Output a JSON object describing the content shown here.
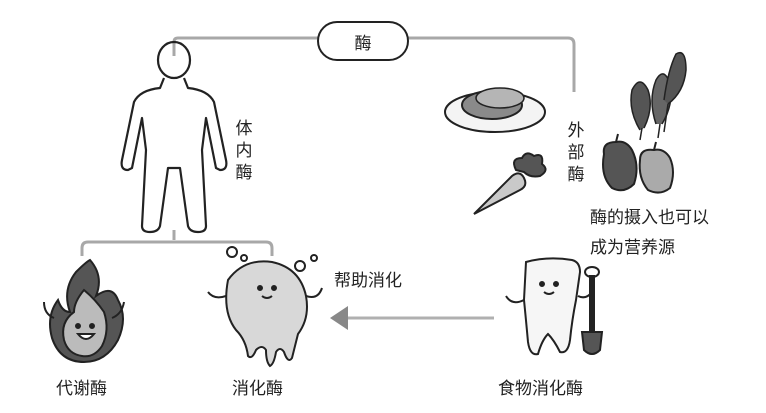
{
  "center": {
    "label": "酶"
  },
  "internal": {
    "label": "体内酶"
  },
  "external": {
    "label": "外部酶"
  },
  "note": {
    "line1": "酶的摄入也可以",
    "line2": "成为营养源"
  },
  "arrow": {
    "label": "帮助消化"
  },
  "metabolic": {
    "label": "代谢酶"
  },
  "digestive": {
    "label": "消化酶"
  },
  "food": {
    "label": "食物消化酶"
  },
  "colors": {
    "line": "#a8a8a8",
    "ink": "#222222",
    "fill_dark": "#555555",
    "fill_mid": "#9a9a9a",
    "fill_light": "#d8d8d8"
  }
}
